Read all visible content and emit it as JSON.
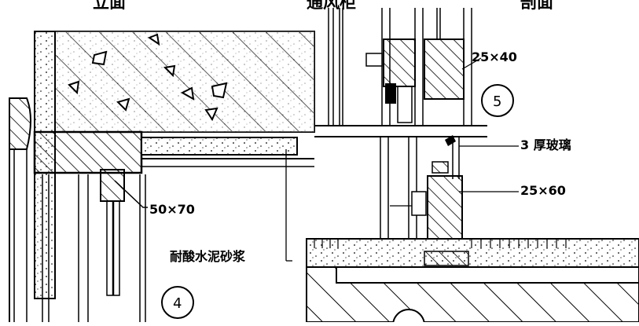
{
  "captions": {
    "elevation": "立面",
    "vent_window": "通风柜",
    "section": "剖面"
  },
  "labels": {
    "timber_50x70": "50×70",
    "mortar": "耐酸水泥砂浆",
    "timber_25x40": "25×40",
    "glass_3mm": "3 厚玻璃",
    "timber_25x60": "25×60"
  },
  "detail_numbers": {
    "detail_4": "4",
    "detail_5": "5"
  },
  "colors": {
    "ink": "#000000",
    "paper": "#ffffff"
  }
}
